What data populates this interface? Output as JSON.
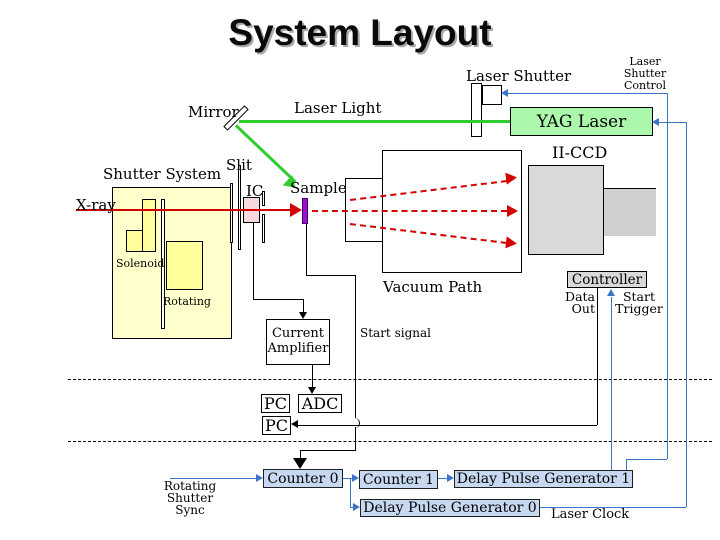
{
  "title": "System Layout",
  "labels": {
    "mirror": "Mirror",
    "laser_light": "Laser Light",
    "laser_shutter": "Laser Shutter",
    "laser_shutter_control": "Laser\nShutter\nControl",
    "ii_ccd": "II-CCD",
    "shutter_system": "Shutter System",
    "slit": "Slit",
    "ic": "IC",
    "sample": "Sample",
    "xray": "X-ray",
    "solenoid": "Solenoid",
    "rotating": "Rotating",
    "vacuum_path": "Vacuum Path",
    "data_out": "Data\nOut",
    "start_trigger": "Start\nTrigger",
    "start_signal": "Start signal",
    "rotating_shutter_sync": "Rotating\nShutter\nSync",
    "laser_clock": "Laser Clock"
  },
  "boxes": {
    "yag_laser": "YAG Laser",
    "controller": "Controller",
    "current_amplifier": "Current\nAmplifier",
    "pc1": "PC",
    "adc": "ADC",
    "pc2": "PC",
    "counter0": "Counter 0",
    "counter1": "Counter 1",
    "dpg1": "Delay Pulse Generator 1",
    "dpg0": "Delay Pulse Generator 0"
  },
  "colors": {
    "beam_red": "#d40000",
    "laser_green": "#2ecc2e",
    "signal_blue": "#3c74c8",
    "shutter_system_yellow": "#ffffcc",
    "component_yellow": "#ffff9c",
    "yag_green": "#abf7ab",
    "electronics_blue": "#c6d9f1",
    "device_gray": "#d9d9d9",
    "ic_pink": "#f5d9dd",
    "sample_purple": "#9913cc"
  }
}
